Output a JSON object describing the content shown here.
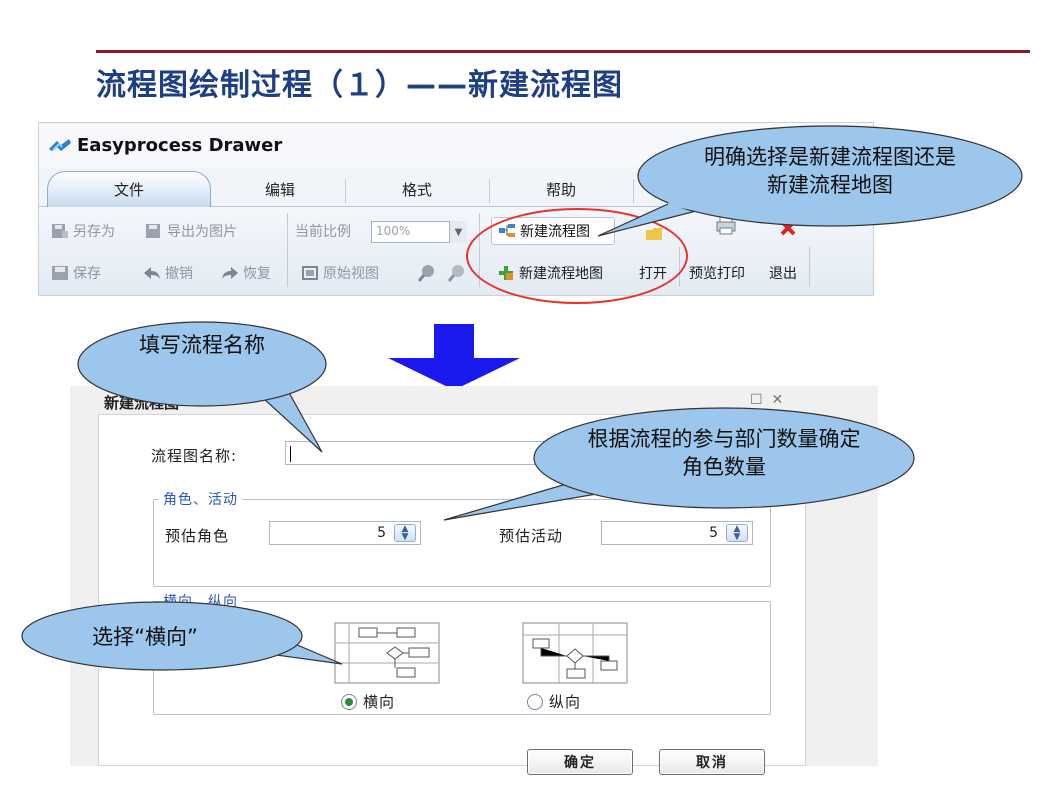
{
  "slide": {
    "title": "流程图绘制过程（１）——新建流程图"
  },
  "app": {
    "title": "Easyprocess Drawer",
    "tabs": [
      "文件",
      "编辑",
      "格式",
      "帮助"
    ],
    "ribbon": {
      "save_as": "另存为",
      "export_image": "导出为图片",
      "current_scale_label": "当前比例",
      "scale_value": "100%",
      "save": "保存",
      "undo": "撤销",
      "redo": "恢复",
      "original_view": "原始视图",
      "new_flowchart": "新建流程图",
      "new_flowmap": "新建流程地图",
      "open": "打开",
      "print_preview": "预览打印",
      "exit": "退出"
    }
  },
  "dialog": {
    "title": "新建流程图",
    "name_label": "流程图名称:",
    "roles_group": "角色、活动",
    "est_roles_label": "预估角色",
    "est_roles_value": "5",
    "est_activities_label": "预估活动",
    "est_activities_value": "5",
    "orientation_group": "横向、纵向",
    "horizontal": "横向",
    "vertical": "纵向",
    "selected_orientation": "horizontal",
    "ok": "确定",
    "cancel": "取消"
  },
  "callouts": {
    "new_type": "明确选择是新建流程图还是新建流程地图",
    "fill_name": "填写流程名称",
    "roles_hint": "根据流程的参与部门数量确定角色数量",
    "choose_horizontal": "选择“横向”"
  },
  "colors": {
    "title_blue": "#1f3f84",
    "accent_line": "#8b1a2b",
    "callout_fill": "#9cc6ec",
    "arrow_blue": "#1a1aee",
    "highlight_red": "#e8332b"
  }
}
